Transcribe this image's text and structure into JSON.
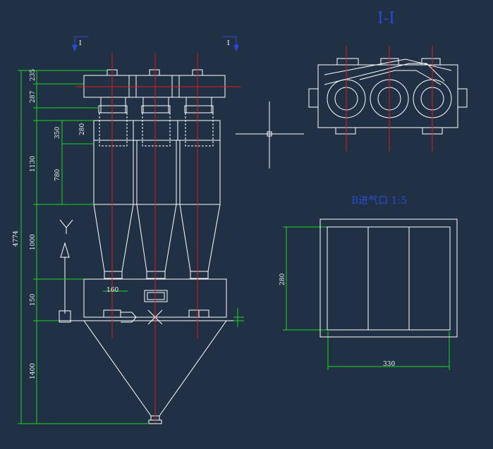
{
  "drawing": {
    "section_title": "I-I",
    "section_mark_left": "I",
    "section_mark_right": "I",
    "inlet_title": "B进气口 1:5",
    "dims": {
      "total_height": "4774",
      "top_235": "235",
      "top_287": "287",
      "d_350": "350",
      "d_280_small": "280",
      "d_1130": "1130",
      "d_780": "780",
      "d_1000": "1000",
      "d_150": "150",
      "d_1400": "1400",
      "d_160": "160",
      "inlet_height": "280",
      "inlet_width": "330"
    },
    "colors": {
      "background": "#213145",
      "outline": "#ffffff",
      "centerline": "#e01818",
      "dimension": "#19d619",
      "annotation": "#2a4ad8"
    }
  }
}
